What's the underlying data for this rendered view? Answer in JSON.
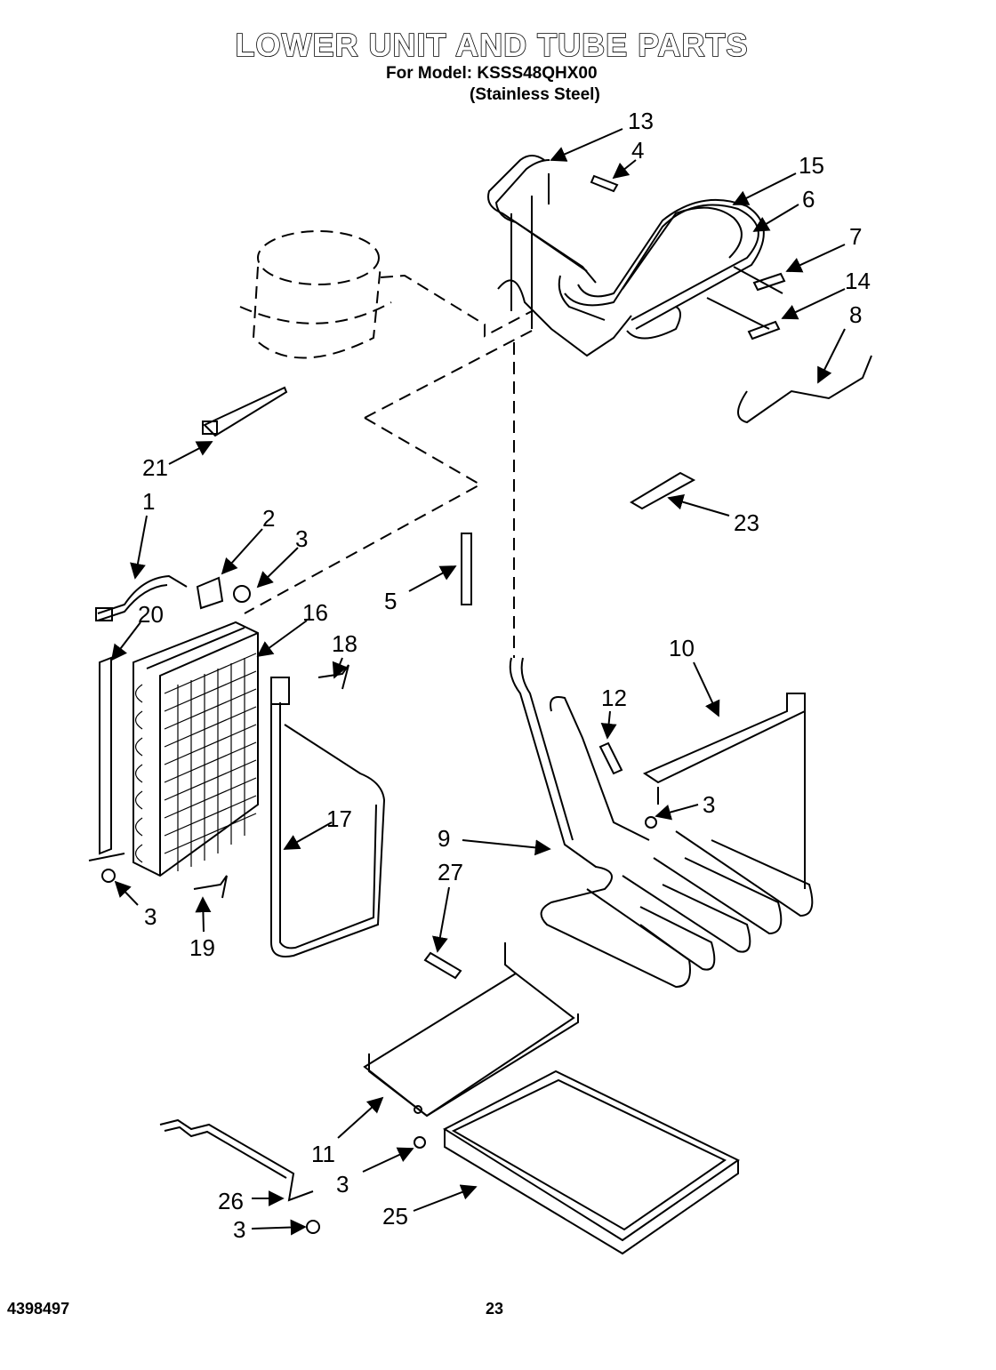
{
  "header": {
    "title": "LOWER UNIT AND TUBE PARTS",
    "model_line": "For Model: KSSS48QHX00",
    "variant": "(Stainless Steel)"
  },
  "footer": {
    "doc_number": "4398497",
    "page_number": "23"
  },
  "callouts": {
    "c1": "1",
    "c2": "2",
    "c3a": "3",
    "c3b": "3",
    "c3c": "3",
    "c3d": "3",
    "c3e": "3",
    "c4": "4",
    "c5": "5",
    "c6": "6",
    "c7": "7",
    "c8": "8",
    "c9": "9",
    "c10": "10",
    "c11": "11",
    "c12": "12",
    "c13": "13",
    "c14": "14",
    "c15": "15",
    "c16": "16",
    "c17": "17",
    "c18": "18",
    "c19": "19",
    "c20": "20",
    "c21": "21",
    "c23": "23",
    "c25": "25",
    "c26": "26",
    "c27": "27"
  }
}
